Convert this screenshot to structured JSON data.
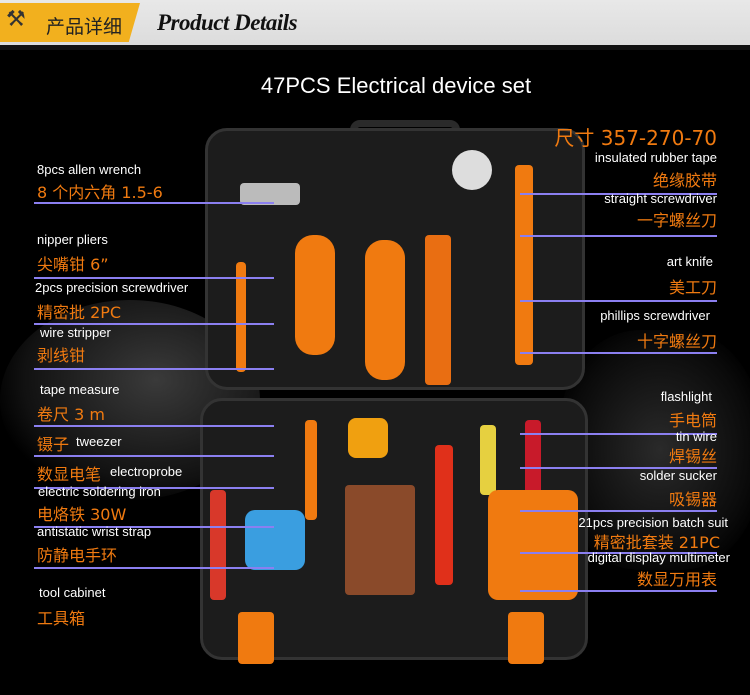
{
  "header": {
    "title_zh": "产品详细",
    "title_en": "Product Details"
  },
  "title": "47PCS Electrical device set",
  "size_label": "尺寸 357-270-70",
  "left_items": [
    {
      "en": "8pcs allen wrench",
      "zh": "8 个内六角 1.5-6"
    },
    {
      "en": "nipper pliers",
      "zh": "尖嘴钳 6”"
    },
    {
      "en": "2pcs precision screwdriver",
      "zh": "精密批 2PC"
    },
    {
      "en": "wire stripper",
      "zh": "剥线钳"
    },
    {
      "en": "tape measure",
      "zh": "卷尺 3 m"
    },
    {
      "en": "tweezer",
      "zh": "镊子"
    },
    {
      "en": "electroprobe",
      "zh": "数显电笔"
    },
    {
      "en": "electric soldering iron",
      "zh": "电烙铁 30W"
    },
    {
      "en": "antistatic wrist strap",
      "zh": "防静电手环"
    },
    {
      "en": "tool cabinet",
      "zh": "工具箱"
    }
  ],
  "right_items": [
    {
      "en": "insulated rubber tape",
      "zh": "绝缘胶带"
    },
    {
      "en": "straight screwdriver",
      "zh": "一字螺丝刀"
    },
    {
      "en": "art knife",
      "zh": "美工刀"
    },
    {
      "en": "phillips screwdriver",
      "zh": "十字螺丝刀"
    },
    {
      "en": "flashlight",
      "zh": "手电筒"
    },
    {
      "en": "tin wire",
      "zh": "焊锡丝"
    },
    {
      "en": "solder sucker",
      "zh": "吸锡器"
    },
    {
      "en": "21pcs precision batch suit",
      "zh": "精密批套装 21PC"
    },
    {
      "en": "digital display multimeter",
      "zh": "数显万用表"
    }
  ]
}
